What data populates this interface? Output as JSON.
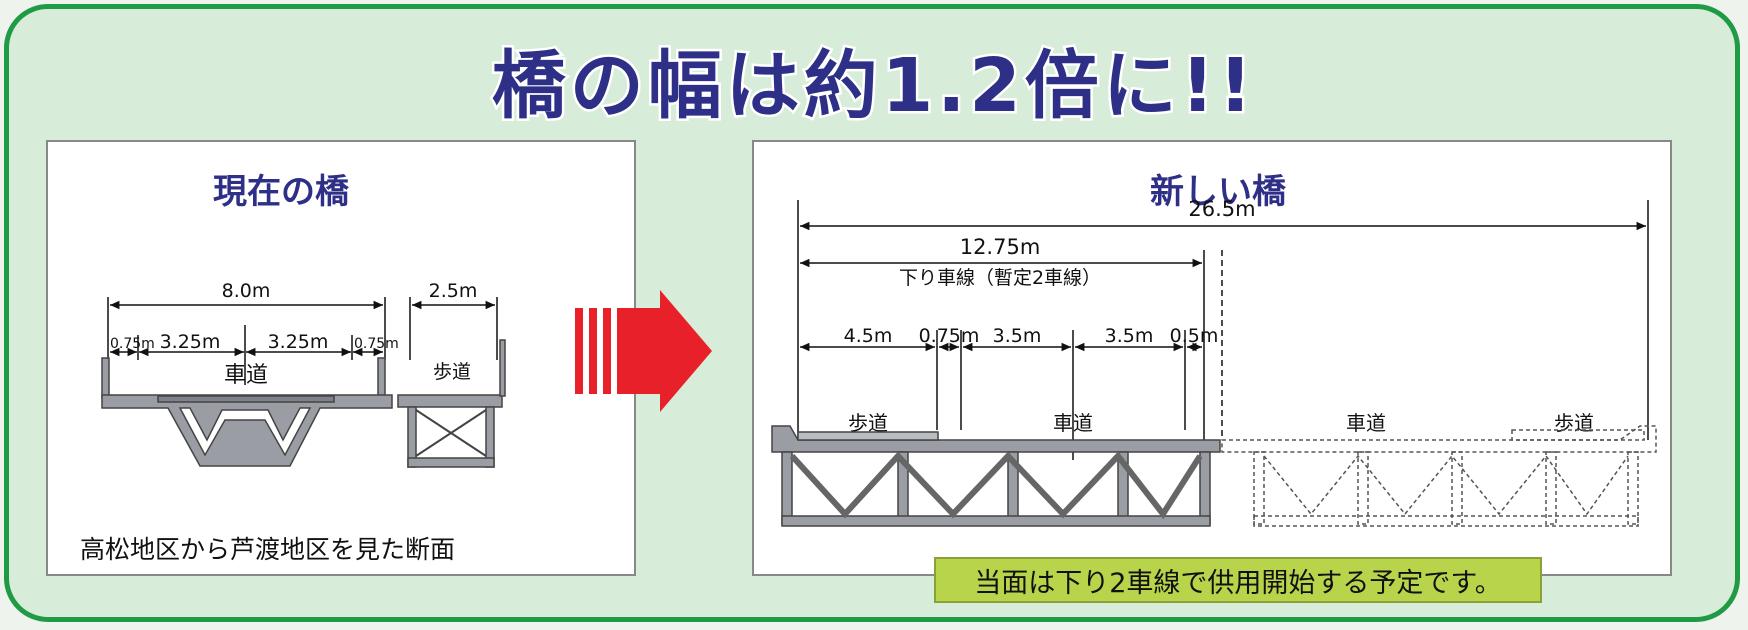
{
  "title": "橋の幅は約1.2倍に!!",
  "current_bridge": {
    "title": "現在の橋",
    "caption": "高松地区から芦渡地区を見た断面",
    "dims": {
      "total_roadway": "8.0m",
      "sidewalk": "2.5m",
      "shoulder_left": "0.75m",
      "lane_left": "3.25m",
      "lane_right": "3.25m",
      "shoulder_right": "0.75m"
    },
    "labels": {
      "roadway": "車道",
      "sidewalk": "歩道"
    }
  },
  "new_bridge": {
    "title": "新しい橋",
    "dims": {
      "total": "26.5m",
      "half": "12.75m",
      "half_note": "下り車線（暫定2車線）",
      "sidewalk": "4.5m",
      "shoulder": "0.75m",
      "lane1": "3.5m",
      "lane2": "3.5m",
      "shoulder_right": "0.5m"
    },
    "labels": {
      "sidewalk_left": "歩道",
      "roadway_left": "車道",
      "roadway_right": "車道",
      "sidewalk_right": "歩道"
    }
  },
  "note": "当面は下り2車線で供用開始する予定です。",
  "colors": {
    "frame": "#1f9a45",
    "background": "#d7ecd9",
    "title": "#2e2f86",
    "arrow": "#e8202a",
    "note_bg": "#b7d44a",
    "structure": "#9a9da3"
  }
}
